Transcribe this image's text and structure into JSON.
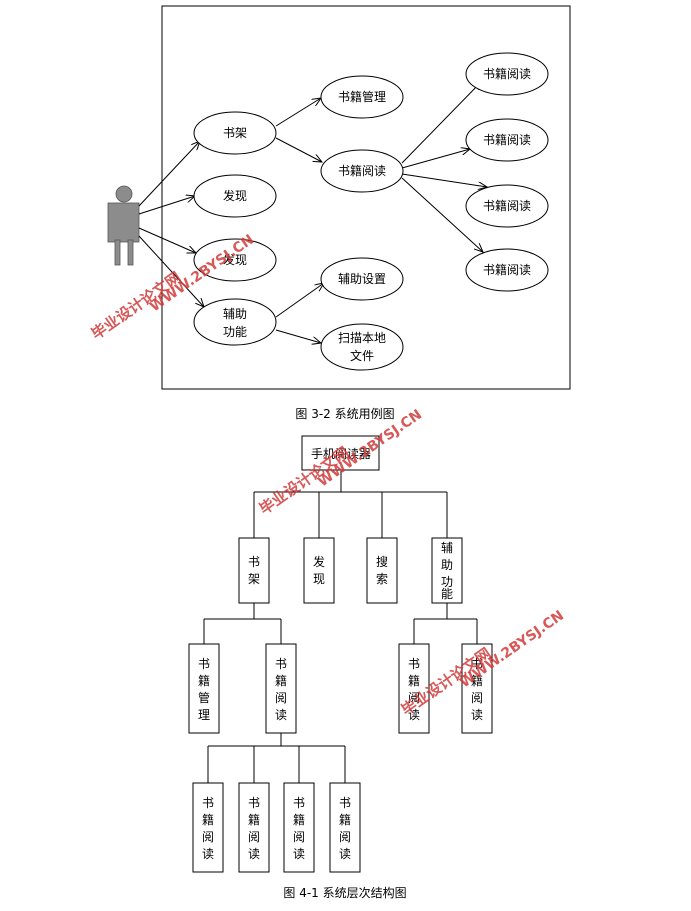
{
  "usecase": {
    "ovals": {
      "shelf": "书架",
      "discover1": "发现",
      "discover2": "发现",
      "aux": [
        "辅助",
        "功能"
      ],
      "manage": "书籍管理",
      "reading": "书籍阅读",
      "settings": "辅助设置",
      "scan": [
        "扫描本地",
        "文件"
      ],
      "read1": "书籍阅读",
      "read2": "书籍阅读",
      "read3": "书籍阅读",
      "read4": "书籍阅读"
    },
    "caption": "图 3-2 系统用例图"
  },
  "hierarchy": {
    "root": "手机阅读器",
    "level1": {
      "shelf": [
        "书",
        "架"
      ],
      "discover": [
        "发",
        "现"
      ],
      "search": [
        "搜",
        "索"
      ],
      "aux": [
        "辅",
        "助",
        "功",
        "能"
      ]
    },
    "level2": {
      "manage": [
        "书",
        "籍",
        "管",
        "理"
      ],
      "reading": [
        "书",
        "籍",
        "阅",
        "读"
      ],
      "auxA": [
        "书",
        "籍",
        "阅",
        "读"
      ],
      "auxB": [
        "书",
        "籍",
        "阅",
        "读"
      ]
    },
    "level3": [
      [
        "书",
        "籍",
        "阅",
        "读"
      ],
      [
        "书",
        "籍",
        "阅",
        "读"
      ],
      [
        "书",
        "籍",
        "阅",
        "读"
      ],
      [
        "书",
        "籍",
        "阅",
        "读"
      ]
    ],
    "caption": "图 4-1 系统层次结构图"
  },
  "watermark": {
    "line1": "毕业设计论文网",
    "line2": "WWW.2BYSJ.CN",
    "color": "#d23a3a"
  }
}
